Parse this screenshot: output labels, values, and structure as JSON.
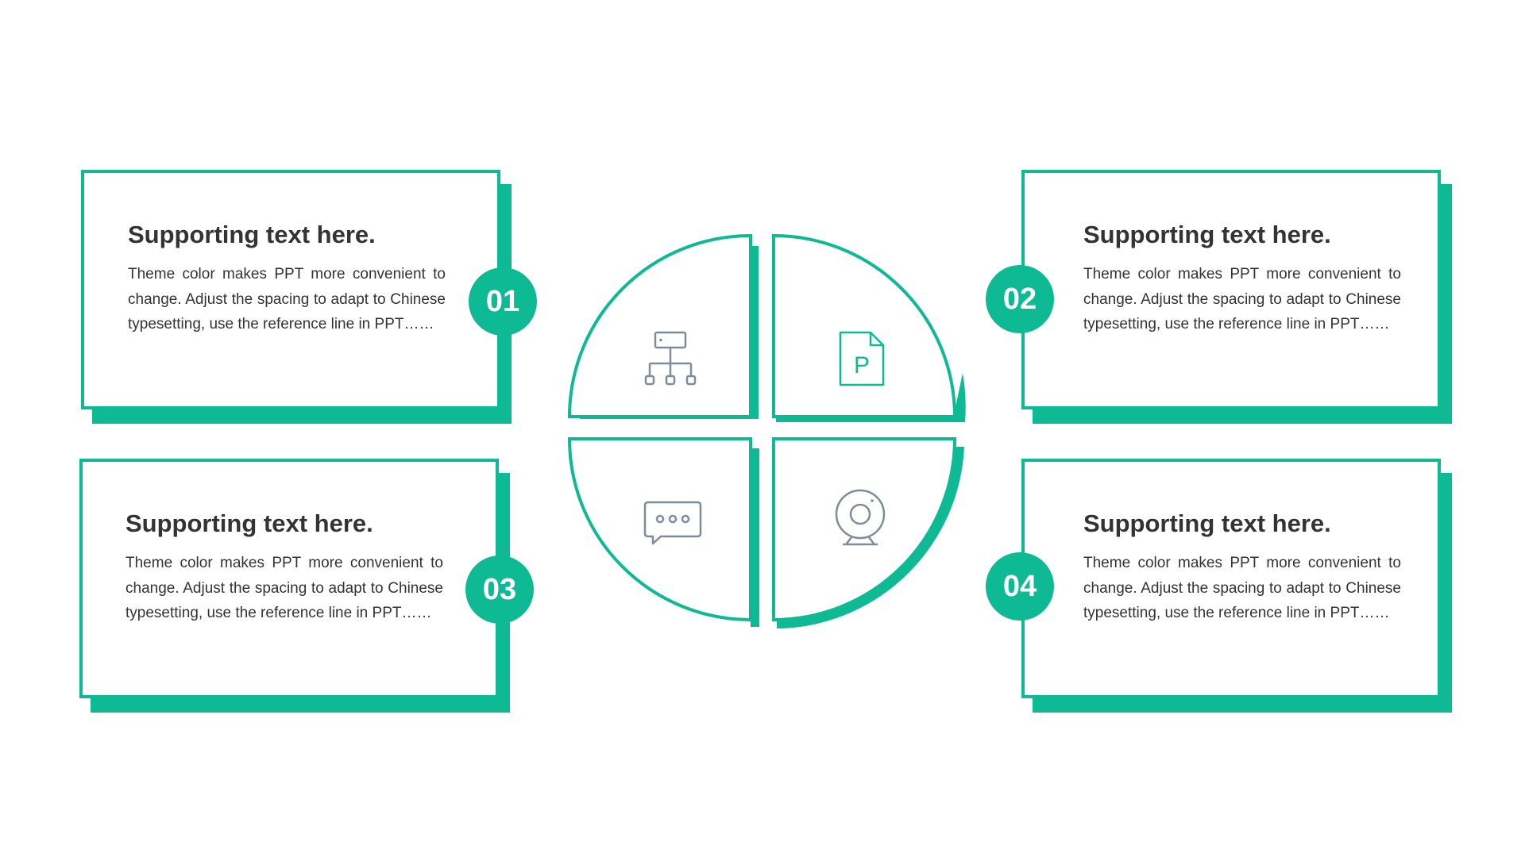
{
  "accent_color": "#0eba94",
  "icon_color": "#7f8c99",
  "cards": [
    {
      "number": "01",
      "title": "Supporting text here.",
      "body": "Theme color makes PPT more convenient to change. Adjust the spacing to adapt to Chinese typesetting, use the reference line in PPT……"
    },
    {
      "number": "02",
      "title": "Supporting text here.",
      "body": "Theme color makes PPT more convenient to change. Adjust the spacing to adapt to Chinese typesetting, use the reference line in PPT……"
    },
    {
      "number": "03",
      "title": "Supporting text here.",
      "body": "Theme color makes PPT more convenient to change. Adjust the spacing to adapt to Chinese typesetting, use the reference line in PPT……"
    },
    {
      "number": "04",
      "title": "Supporting text here.",
      "body": "Theme color makes PPT more convenient to change. Adjust the spacing to adapt to Chinese typesetting, use the reference line in PPT……"
    }
  ],
  "center_icons": {
    "top_left": "org-chart-icon",
    "top_right": "ppt-file-icon",
    "bottom_left": "chat-bubble-icon",
    "bottom_right": "webcam-icon",
    "ppt_letter": "P"
  }
}
